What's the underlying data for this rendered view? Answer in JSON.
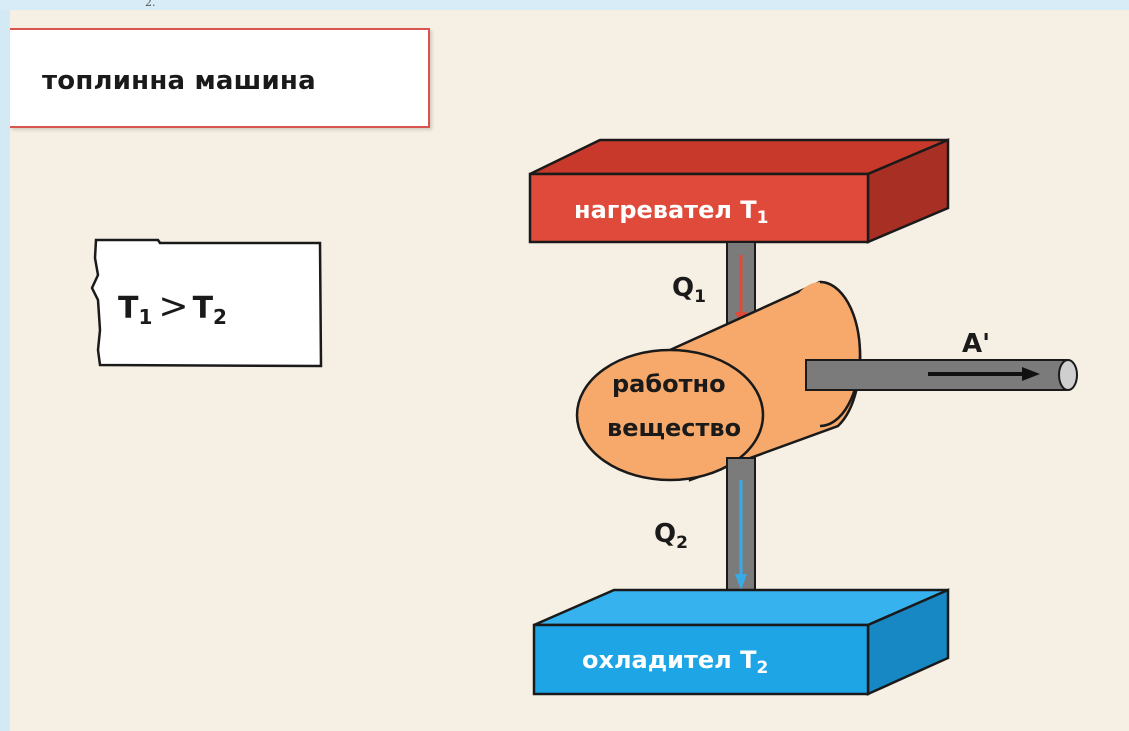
{
  "page_number": "2.",
  "title": "топлинна машина",
  "condition": {
    "left": "T",
    "left_sub": "1",
    "operator": ">",
    "right": "T",
    "right_sub": "2"
  },
  "heater": {
    "text": "нагревател T",
    "sub": "1",
    "color": "#e04a3a"
  },
  "cooler": {
    "text": "охладител T",
    "sub": "2",
    "color": "#1ea5e6"
  },
  "working_body": {
    "line1": "работно",
    "line2": "вещество",
    "color": "#f6a96b"
  },
  "q1": {
    "label": "Q",
    "sub": "1",
    "arrow_color": "#e04a3a"
  },
  "q2": {
    "label": "Q",
    "sub": "2",
    "arrow_color": "#3aa9e8"
  },
  "work": {
    "label": "A'"
  }
}
